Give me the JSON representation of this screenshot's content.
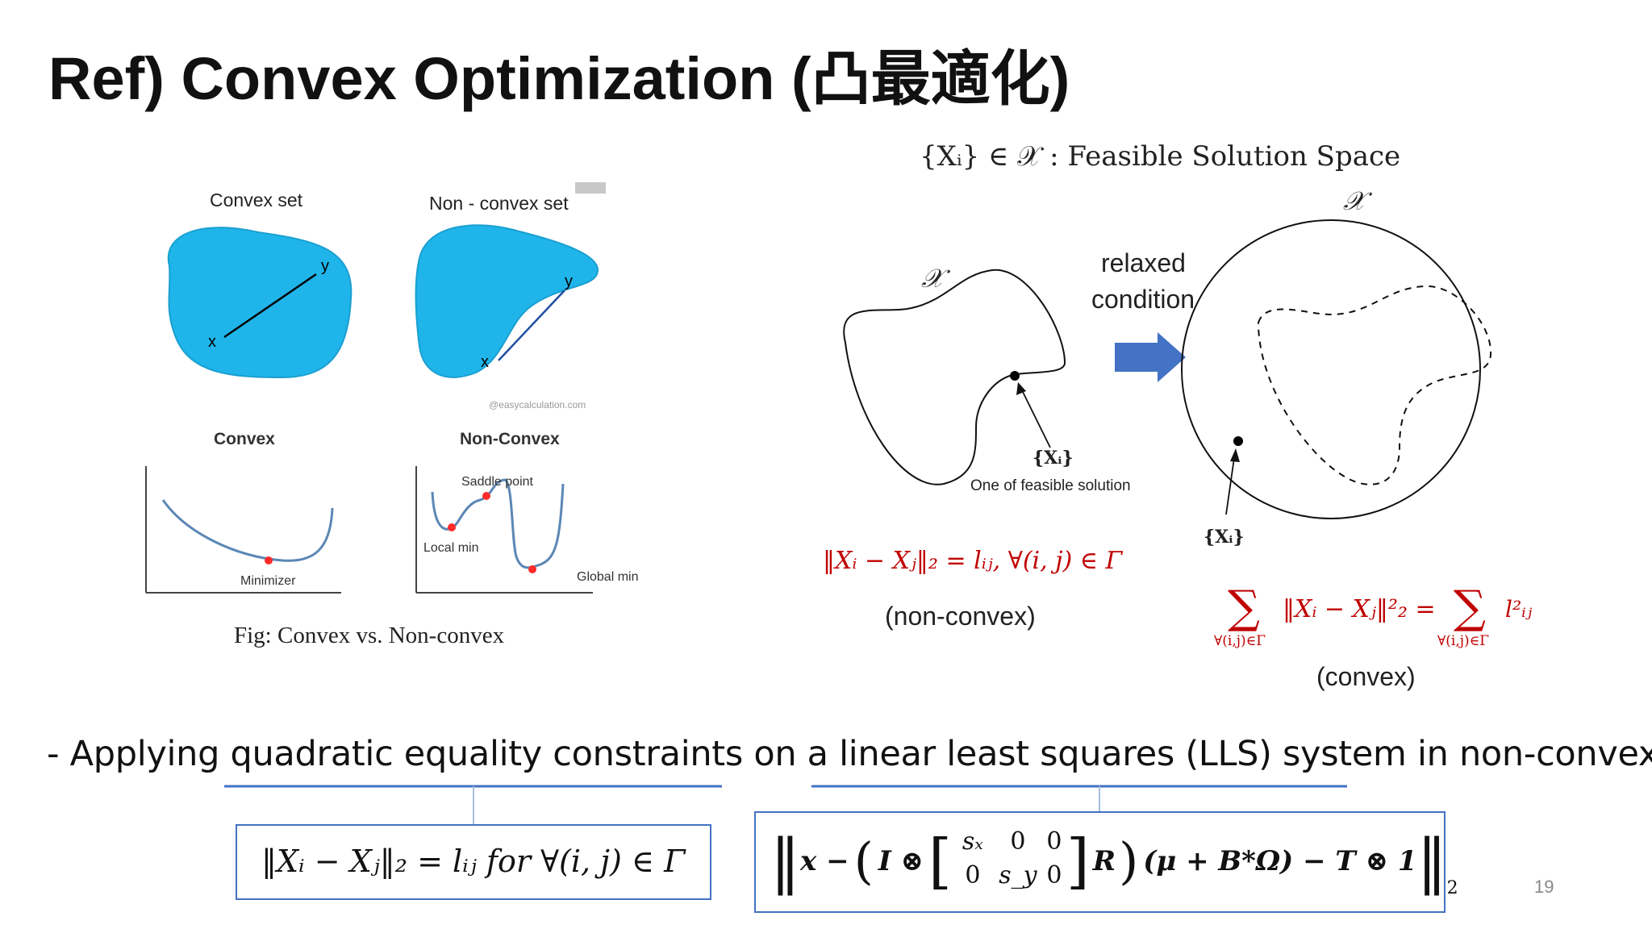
{
  "slide": {
    "title": "Ref) Convex Optimization (凸最適化)",
    "page_number": "19"
  },
  "left_figure": {
    "convex_set_label": "Convex set",
    "nonconvex_set_label": "Non - convex set",
    "point_x": "x",
    "point_y": "y",
    "watermark": "@easycalculation.com",
    "convex_label": "Convex",
    "nonconvex_label": "Non-Convex",
    "minimizer": "Minimizer",
    "saddle_point": "Saddle point",
    "local_min": "Local min",
    "global_min": "Global min",
    "caption": "Fig: Convex vs. Non-convex",
    "shape_color": "#1fb5ea"
  },
  "right_figure": {
    "header": "{Xᵢ} ∈ 𝒳 : Feasible Solution Space",
    "space_symbol": "𝒳",
    "relaxed_line1": "relaxed",
    "relaxed_line2": "condition",
    "point_label": "{Xᵢ}",
    "feasible_solution": "One of feasible solution",
    "nonconvex_eq": "‖Xᵢ − Xⱼ‖₂ = lᵢⱼ, ∀(i, j) ∈ Γ",
    "nonconvex_label": "(non-convex)",
    "convex_eq_lhs": "‖Xᵢ − Xⱼ‖²₂ =",
    "convex_eq_rhs": "l²ᵢⱼ",
    "sum_index": "∀(i,j)∈Γ",
    "convex_label": "(convex)",
    "equation_color": "#c00000",
    "arrow_color": "#4472c4"
  },
  "bullet": {
    "text": "- Applying quadratic equality constraints on a linear least squares (LLS) system in non-convex"
  },
  "equations": {
    "left": "‖Xᵢ − Xⱼ‖₂ = lᵢⱼ   for   ∀(i, j) ∈ Γ",
    "right_x": "x −",
    "right_i": "I ⊗",
    "m11": "sₓ",
    "m12": "0",
    "m13": "0",
    "m21": "0",
    "m22": "s_y",
    "m23": "0",
    "right_r": "R",
    "right_tail": "(μ + B*Ω) − T ⊗ 1",
    "subscript_2": "2"
  }
}
